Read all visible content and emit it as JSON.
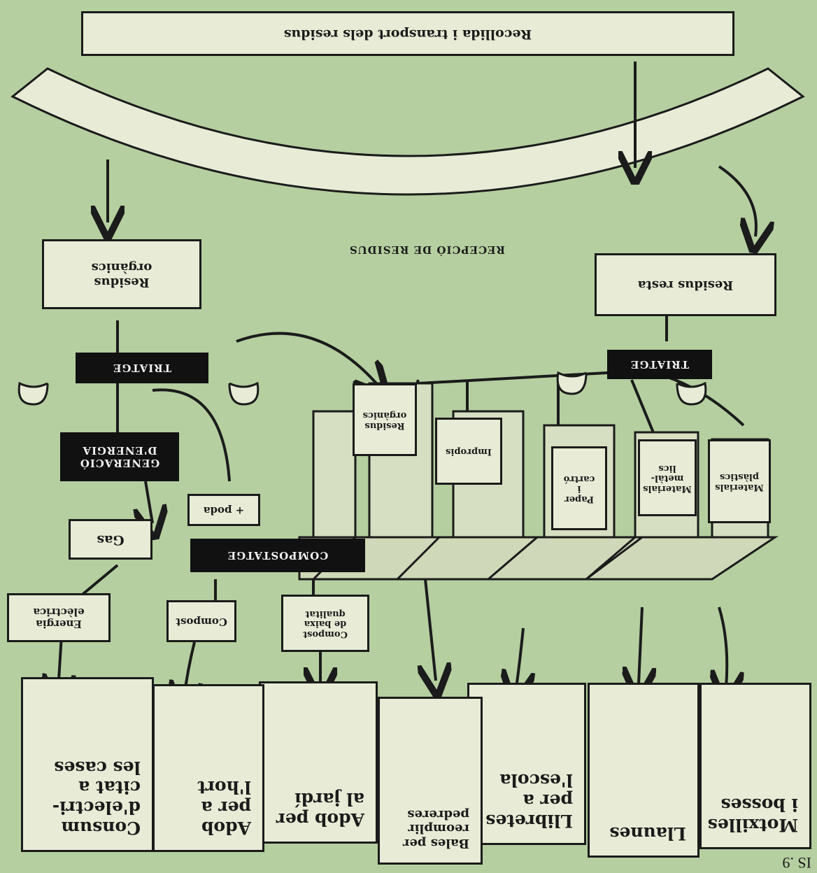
{
  "header": {
    "title": "Recollida i transport dels residus"
  },
  "reception": {
    "label": "RECEPCIÓ DE RESIDUS"
  },
  "streams": {
    "organic": "Residus\norgànics",
    "rest": "Residus resta"
  },
  "processes": {
    "sorting_left": "TRIATGE",
    "sorting_right": "TRIATGE",
    "energy": "GENERACIÓ\nD'ENERGIA",
    "composting": "COMPOSTATGE"
  },
  "intermediate": {
    "pruning": "+ poda",
    "gas": "Gas",
    "electric": "Energia\nelèctrica",
    "compost": "Compost",
    "low_compost": "Compost\nde baixa\nqualitat"
  },
  "bins": [
    {
      "label": "Residus\norgànics"
    },
    {
      "label": "Impropis"
    },
    {
      "label": "Paper\ni\ncartró"
    },
    {
      "label": "Materials\nmetàl-\nlics"
    },
    {
      "label": "Materials\nplàstics"
    }
  ],
  "outputs": [
    {
      "label": "Consum\nd'electri-\ncitat a\nles cases"
    },
    {
      "label": "Adob\nper a\nl'hort"
    },
    {
      "label": "Adob per\nal jardí"
    },
    {
      "label": "Bales per\nreomplir\npedreres"
    },
    {
      "label": "Llibretes\nper a\nl'escola"
    },
    {
      "label": "Llaunes"
    },
    {
      "label": "Motxilles\ni bosses"
    }
  ],
  "footer": {
    "ref": "IS .9"
  }
}
